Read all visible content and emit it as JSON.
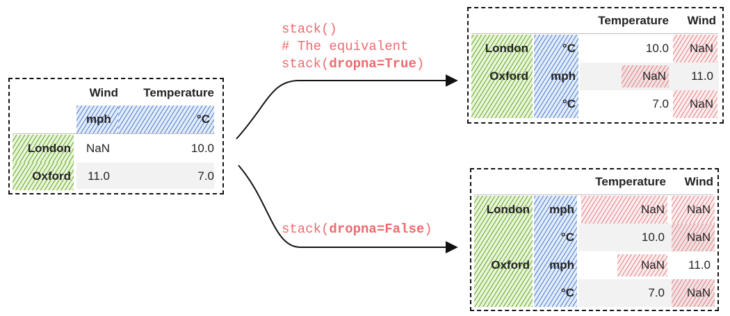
{
  "source_table": {
    "columns": [
      "Wind",
      "Temperature"
    ],
    "units": [
      "mph",
      "°C"
    ],
    "rows": [
      {
        "index": "London",
        "values": [
          "NaN",
          "10.0"
        ]
      },
      {
        "index": "Oxford",
        "values": [
          "11.0",
          "7.0"
        ]
      }
    ]
  },
  "top_label": {
    "line1": "stack()",
    "line2": "# The equivalent",
    "line3_prefix": "stack(",
    "line3_bold": "dropna=True",
    "line3_suffix": ")"
  },
  "bottom_label": {
    "prefix": "stack(",
    "bold": "dropna=False",
    "suffix": ")"
  },
  "result_dropna_true": {
    "columns": [
      "Temperature",
      "Wind"
    ],
    "rows": [
      {
        "index0": "London",
        "index1": "°C",
        "values": [
          "10.0",
          "NaN"
        ]
      },
      {
        "index0": "Oxford",
        "index1": "mph",
        "values": [
          "NaN",
          "11.0"
        ]
      },
      {
        "index0": "",
        "index1": "°C",
        "values": [
          "7.0",
          "NaN"
        ]
      }
    ]
  },
  "result_dropna_false": {
    "columns": [
      "Temperature",
      "Wind"
    ],
    "rows": [
      {
        "index0": "London",
        "index1": "mph",
        "values": [
          "NaN",
          "NaN"
        ]
      },
      {
        "index0": "",
        "index1": "°C",
        "values": [
          "10.0",
          "NaN"
        ]
      },
      {
        "index0": "Oxford",
        "index1": "mph",
        "values": [
          "NaN",
          "11.0"
        ]
      },
      {
        "index0": "",
        "index1": "°C",
        "values": [
          "7.0",
          "NaN"
        ]
      }
    ]
  },
  "colors": {
    "index_hatch": "#7cc142",
    "unit_hatch": "#4f86d4",
    "nan_hatch": "#ec8c90",
    "code_text": "#ef6a6e",
    "zebra": "#f2f2f2"
  }
}
